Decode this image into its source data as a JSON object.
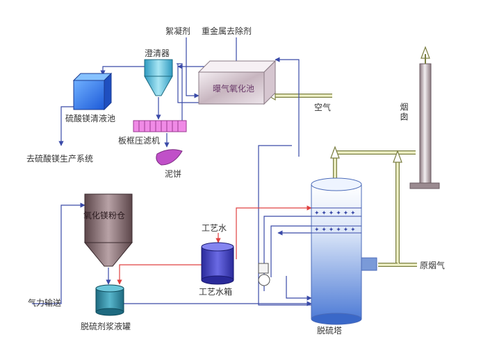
{
  "labels": {
    "flocculant": "絮凝剂",
    "heavy_metal_remover": "重金属去除剂",
    "clarifier": "澄清器",
    "oxidation_tank": "曝气氧化池",
    "air": "空气",
    "mgso4_tank": "硫酸镁清液池",
    "filter_press": "板框压滤机",
    "to_mgso4_system": "去硫酸镁生产系统",
    "sludge_cake": "泥饼",
    "chimney": "烟囱",
    "mgo_silo": "氧化镁粉仓",
    "process_water": "工艺水",
    "process_water_tank": "工艺水箱",
    "pneumatic_transport": "气力输送",
    "slurry_tank": "脱硫剂浆液罐",
    "raw_flue_gas": "原烟气",
    "absorber": "脱硫塔"
  },
  "colors": {
    "pipe_blue": "#3a4aa8",
    "pipe_red": "#e04040",
    "gas_line": "#c8cc8a",
    "pink": "#e46ad2"
  }
}
